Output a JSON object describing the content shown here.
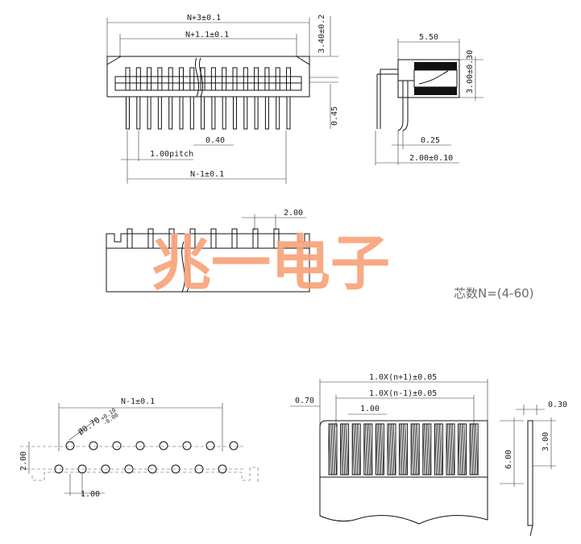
{
  "top_front": {
    "dim_total": "N+3±0.1",
    "dim_inner": "N+1.1±0.1",
    "dim_height": "3.40±0.2",
    "dim_045": "0.45",
    "dim_040": "0.40",
    "dim_pitch": "1.00pitch",
    "dim_span": "N-1±0.1"
  },
  "top_side": {
    "dim_width": "5.50",
    "dim_height": "3.00±0.30",
    "dim_025": "0.25",
    "dim_200": "2.00±0.10"
  },
  "middle": {
    "dim_200": "2.00",
    "pin_count_note": "芯数N=(4-60)",
    "watermark": "兆一电子"
  },
  "footprint": {
    "dim_span": "N-1±0.1",
    "dim_hole": "Ø0.70",
    "dim_hole_tol_upper": "+0.10",
    "dim_hole_tol_lower": "-0.00",
    "dim_row": "2.00",
    "dim_pitch": "1.00"
  },
  "cable": {
    "dim_outer": "1.0X(n+1)±0.05",
    "dim_inner": "1.0X(n-1)±0.05",
    "dim_070": "0.70",
    "dim_100": "1.00",
    "dim_thick": "0.30",
    "dim_300": "3.00",
    "dim_600": "6.00"
  }
}
